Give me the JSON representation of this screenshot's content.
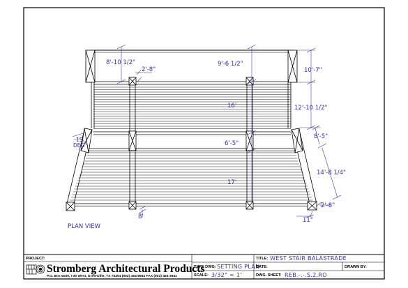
{
  "drawing": {
    "view_label": "PLAN VIEW",
    "dimensions": {
      "top_left_span": "8'-10 1/2\"",
      "top_center_span": "9'-6 1/2\"",
      "post_width": "2'-8\"",
      "right_upper": "10'-7\"",
      "right_middle": "12'-10 1/2\"",
      "upper_run": "16'",
      "right_angled": "8'-5\"",
      "middle_gap": "6'-5\"",
      "angle_left_value": "15",
      "angle_left_unit": "DEG",
      "right_long": "14'-8 1/4\"",
      "lower_run": "17'",
      "bottom_right": "2'-8\"",
      "bottom_center": "8'",
      "bottom_corner": "11\""
    }
  },
  "title_block": {
    "project_label": "PROJECT:",
    "title_label": "TITLE:",
    "title_value": "WEST STAIR BALASTRADE",
    "date_label": "DATE:",
    "drawn_by_label": "DRAWN BY:",
    "type_dwg_label": "TYPE DWG:",
    "type_dwg_value": "SETTING PLAN",
    "scale_label": "SCALE:",
    "scale_value": "3/32\" = 1'",
    "dwg_sheet_label": "DWG. SHEET:",
    "dwg_sheet_value": "REB.-.-.S.2.RO",
    "company_name": "Stromberg Architectural Products",
    "company_address": "P.O. Box 6036, I-30 West, Greenville, TX 75404 (903) 454-8682  FAX (903) 454-3642"
  }
}
